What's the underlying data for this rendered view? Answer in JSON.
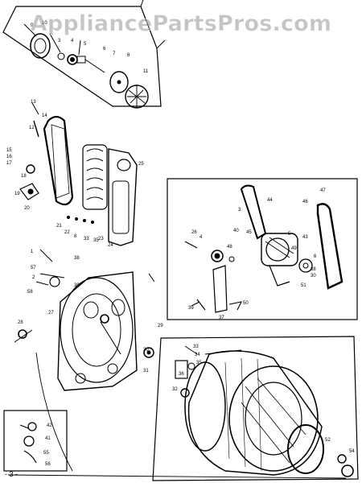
{
  "watermark": "AppliancePartsPros.com",
  "footer": {
    "page_mark": "- 3 -"
  },
  "part_numbers": {
    "top_assembly": [
      "9",
      "10",
      "3",
      "4",
      "5",
      "6",
      "7",
      "8",
      "11"
    ],
    "belt_heater": [
      "13",
      "14",
      "12",
      "15",
      "16",
      "17",
      "18",
      "19",
      "20",
      "21",
      "22",
      "8",
      "33",
      "35",
      "23",
      "24",
      "25"
    ],
    "motor_inset": [
      "44",
      "47",
      "45",
      "3",
      "46",
      "40",
      "26",
      "4",
      "48",
      "5",
      "43",
      "49",
      "6",
      "38",
      "30",
      "51",
      "50",
      "39",
      "37"
    ],
    "front_bulkhead": [
      "1",
      "57",
      "2",
      "58",
      "38",
      "39",
      "27",
      "28",
      "29",
      "30",
      "31"
    ],
    "drum": [
      "33",
      "34",
      "35",
      "36",
      "32",
      "52",
      "54"
    ],
    "bottom_left": [
      "42",
      "41",
      "55",
      "56"
    ]
  },
  "colors": {
    "ink": "#000000",
    "watermark": "#969696",
    "background": "#ffffff"
  }
}
